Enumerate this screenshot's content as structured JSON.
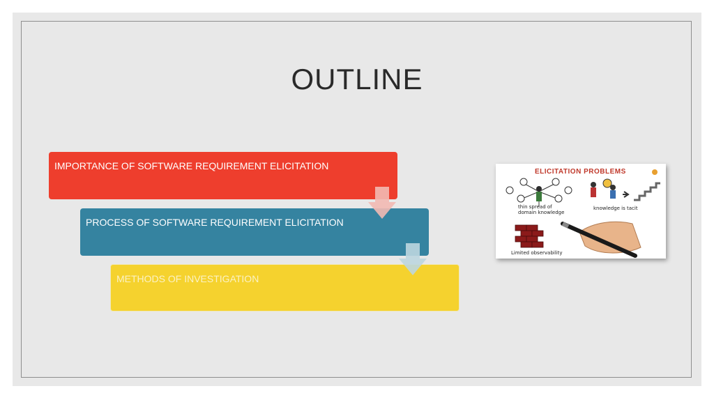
{
  "slide": {
    "title": "OUTLINE",
    "steps": [
      {
        "label": "IMPORTANCE OF SOFTWARE REQUIREMENT ELICITATION",
        "color": "#ee3e2d"
      },
      {
        "label": "PROCESS OF SOFTWARE REQUIREMENT ELICITATION",
        "color": "#3583a0"
      },
      {
        "label": "METHODS OF INVESTIGATION",
        "color": "#f5d22e"
      }
    ],
    "image": {
      "heading": "ELICITATION PROBLEMS",
      "captions": [
        "thin spread of domain knowledge",
        "knowledge is tacit",
        "Limited observability"
      ]
    }
  }
}
